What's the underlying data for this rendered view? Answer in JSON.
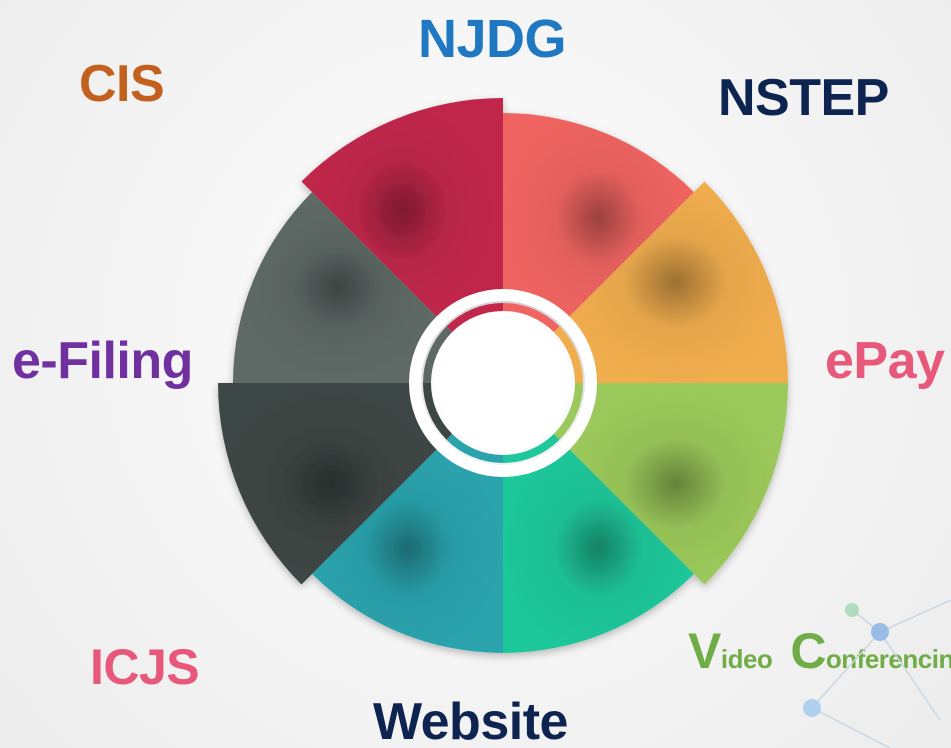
{
  "labels": {
    "njdg": "NJDG",
    "cis": "CIS",
    "nstep": "NSTEP",
    "efiling": "e-Filing",
    "epay": "ePay",
    "icjs": "ICJS",
    "website": "Website",
    "video_v": "V",
    "video_rest": "ideo",
    "conf_c": "C",
    "conf_rest": "onferencin"
  },
  "colors": {
    "njdg": "#1f78c1",
    "cis": "#c4601e",
    "nstep": "#0d2350",
    "efiling": "#7030a0",
    "epay": "#e8587a",
    "icjs": "#e8587a",
    "website": "#0d2350",
    "video": "#70ad47"
  },
  "segments": [
    {
      "name": "salmon",
      "color": "#ef6461"
    },
    {
      "name": "orange",
      "color": "#f0ad4e"
    },
    {
      "name": "green",
      "color": "#9cc95b"
    },
    {
      "name": "teal",
      "color": "#1fc79a"
    },
    {
      "name": "cyan",
      "color": "#2aa3ad"
    },
    {
      "name": "charcoal",
      "color": "#3e4644"
    },
    {
      "name": "slate",
      "color": "#5e6966"
    },
    {
      "name": "crimson",
      "color": "#c0274a"
    }
  ]
}
